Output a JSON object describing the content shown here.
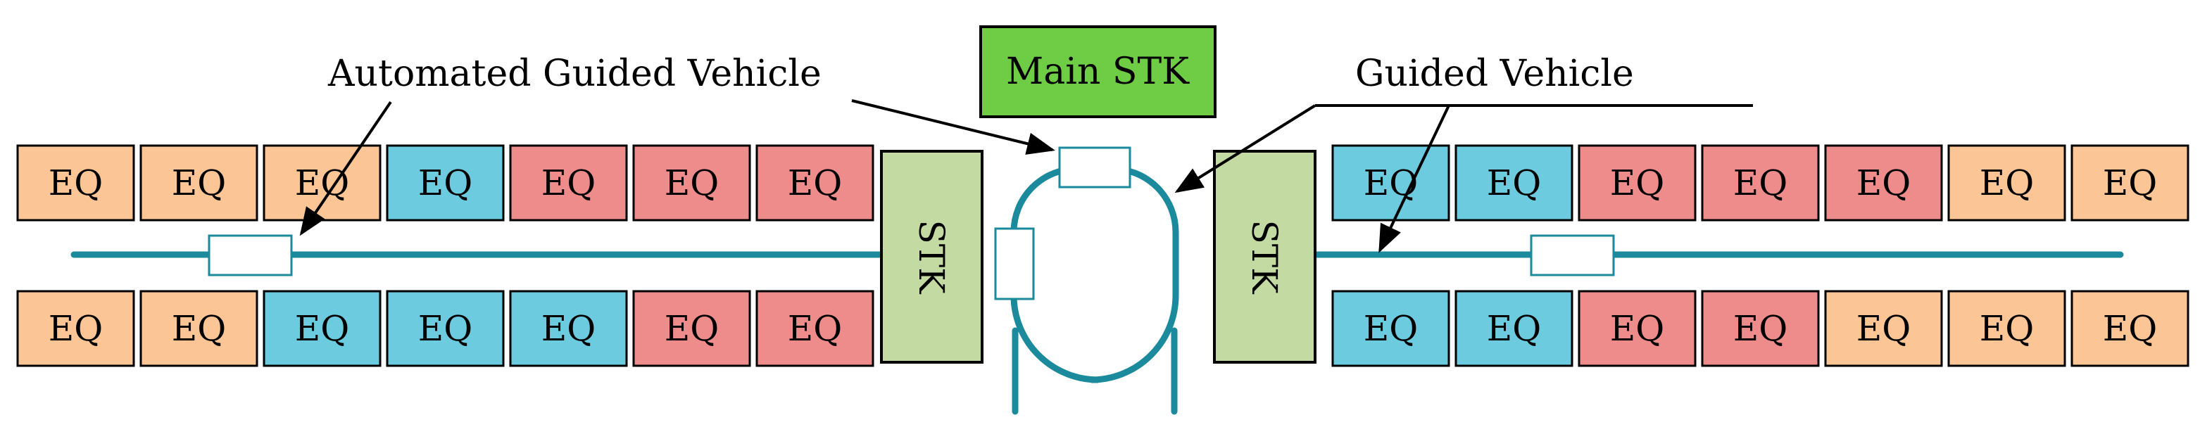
{
  "colors": {
    "orange": "#FCC595",
    "blue": "#6CCBDF",
    "red": "#EE8C8B",
    "stocker": "#C3DBA2",
    "main_stocker": "#6FCC45",
    "track": "#1A8A9C",
    "vehicle": "#FFFFFF"
  },
  "labels": {
    "agv": "Automated Guided Vehicle",
    "gv": "Guided Vehicle",
    "main_stk": "Main STK",
    "stk_left": "STK",
    "stk_right": "STK"
  },
  "equipment": {
    "label": "EQ",
    "left_top": [
      "orange",
      "orange",
      "orange",
      "blue",
      "red",
      "red",
      "red"
    ],
    "left_bottom": [
      "orange",
      "orange",
      "blue",
      "blue",
      "blue",
      "red",
      "red"
    ],
    "right_top": [
      "blue",
      "blue",
      "red",
      "red",
      "red",
      "orange",
      "orange"
    ],
    "right_bottom": [
      "blue",
      "blue",
      "red",
      "red",
      "orange",
      "orange",
      "orange"
    ]
  }
}
